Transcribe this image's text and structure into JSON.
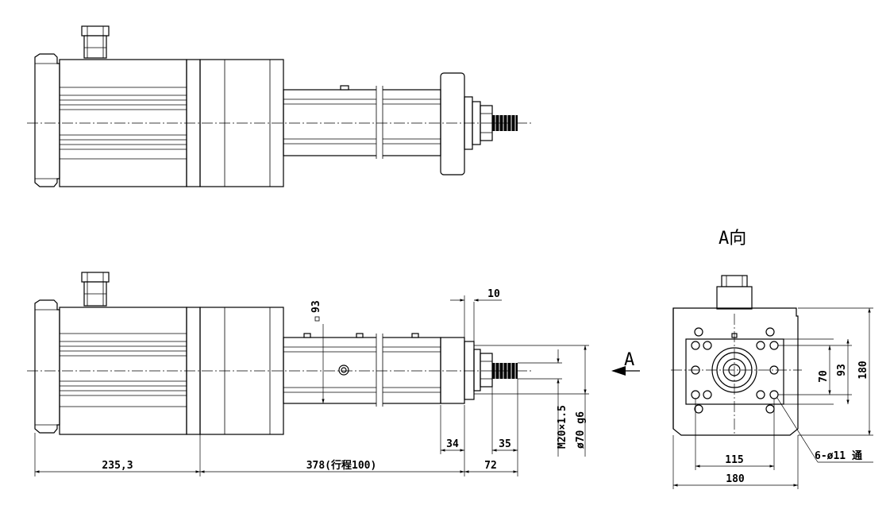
{
  "view_label": "A向",
  "direction_arrow_label": "A",
  "dimensions": {
    "motor_length": "235,3",
    "body_length": "378(行程100)",
    "rod_extension": "72",
    "flange_thickness": "10",
    "flange_offset": "34",
    "thread_length": "35",
    "profile_height": "93",
    "rod_thread": "M20×1.5",
    "flange_diameter": "ø70 g6",
    "hole_pattern_70": "70",
    "hole_pattern_93": "93",
    "flange_size_v": "180",
    "hole_pattern_115": "115",
    "flange_size_h": "180",
    "hole_callout": "6-ø11 通"
  }
}
